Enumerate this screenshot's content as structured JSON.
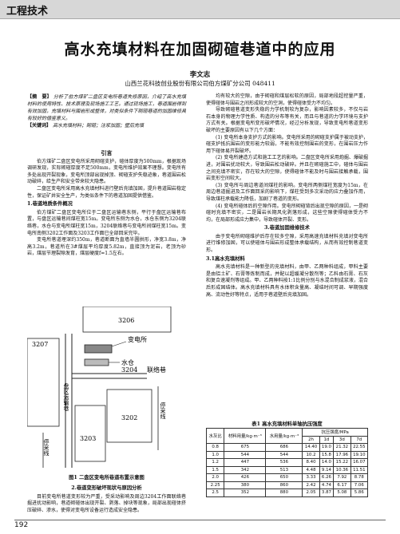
{
  "header": {
    "section": "工程技术"
  },
  "article": {
    "title": "高水充填材料在加固砌碹巷道中的应用",
    "author": "李文志",
    "affiliation": "山西兰花科技创业股份有限公司伯方煤矿分公司  048411",
    "abstract_label": "【摘　要】",
    "abstract_text": "分析了伯方煤矿二盘区变电所巷道失修原因，介绍了高水充填材料的使用特性、技术原理及现场施工工艺。通过现场施工，巷道围岩得到有效加固，充填材料与围岩形成整体，对类似条件下砌碹巷道的加固维修具有较好的借鉴意义。",
    "keywords_label": "【关键词】",
    "keywords_text": "高水充填材料；砌碹；注浆加固；壁后充填",
    "sections": {
      "intro_title": "引言",
      "intro_p1": "伯方煤矿二盘区变电所采用砌碹支护，碹体厚度为500mm，根据现场调研发现，实际砌碹厚度不足500mm，变电所维护效果不理想。变电所有多处出现开裂现象，变电所顶部出现掉顶、砌碹支护失稳迹象，巷道围岩松动破碎，给生产和安全带来较大隐患。",
      "intro_p2": "二盘区变电所采用高水充填材料进行壁后充填加固，提升巷道围岩稳定性，保证矿井安全生产，为类似条件下的巷道加固提供借鉴。",
      "s1_title": "1.巷道地质条件概况",
      "s1_p1": "伯方煤矿二盘区变电所位于二盘区运输巷东侧，平行于盘区运输巷布置，与盘区运输巷间煤柱宽15m。变电所东侧为水仓，水仓东侧为3204联络巷，水仓与变电所煤柱宽15m，3204联络巷与变电所间煤柱宽15m。变电所南侧3202工作面及3203工作面已全部回采完毕。",
      "s1_p2": "变电所巷道埋深约350m，巷道断面为直墙半圆拱形，净宽3.8m，净高3.2m，巷道所在3#煤层平均厚度5.82m，直接顶为泥岩，老顶为砂岩，煤层节理裂隙发育，煤层硬度f=1.5左右。",
      "fig_caption": "图1 二盘区变电所巷道布置示意图",
      "s2_title": "2.巷道变形破坏现状与原因分析",
      "s2_p1": "目前变电所巷道变形较为严重，受采动影响及周边3204工作面联络巷掘进扰动影响，巷道砌碹体出现开裂、剥落、掉块等现象，局部出现碹体挤压破碎、渗水，使得对变电所设备运行造成安全隐患。"
    },
    "right": {
      "p0": "均有较大的空隙，由于砌碹和煤层松软的原因，局部地段超挖量严重，使得碹体与围岩之间形成较大的空洞，使得碹体受力不均匀。",
      "p1": "导致砌碹巷道变形失稳的力学机制较为复杂，影响因素较多，不仅与岩石本身的物理力学性质、构造的分布等有关，而且与巷道的力学环境与支护方式有关。根据变电所变形破坏情况，经过分析发现，导致变电所巷道变形破坏的主要原因有以下几个方面：",
      "p2": "(1) 变电所本身支护方式的影响。变电所采用的砌碹支护属于被动支护，碹支护抵抗围岩的变形能力较弱，不能有效控制围岩的变形，在围岩压力作用下碹体易开裂破坏。",
      "p3": "(2) 变电所建造方式和施工工艺的影响。二盘区变电所采用炮掘、爆破掘进，对围岩扰动较大，导致围岩松动破碎。并且在砌碹施工中，碹体与围岩之间充填不密实，存在较大的空隙，使得碹体不能及时与围岩接触承载，围岩变形空间较大。",
      "p4": "(3) 变电所与周边巷道间煤柱的影响。变电所两侧煤柱宽度为15m，在周边巷道掘进及工作面回采的影响下，煤柱受到多次采动的应力叠加作用，导致煤柱承载能力降低，加剧了巷道的变形。",
      "p5": "(4) 变电所碹体后的空隙作用。变电所砌碹背后出现空隙的原因，一是砌碹时充填不密实，二是围岩长期风化剥落形成，这些空隙使得碹体受力不均，在局部形成应力集中，导致碹体开裂、变形。",
      "s3_title": "3.巷道加固维修技术",
      "s3_p1": "由于变电所砌碹维护后存在较多空隙，采用高速充填材料充填对变电所进行维修加固，可以使碹体与围岩形成整体承载结构，从而有效控制巷道变形。",
      "s31_title": "3.1高水充填材料",
      "s31_p1": "高水充填材料是一种新型的充填材料，由甲、乙两种料组成，甲料主要是由铝土矿、石膏等炼制而成，并配以超缓凝分散剂等；乙料由石膏、石灰和复合速凝剂等组成。甲、乙两种料按1:1比例分别与水混合制成浆液，混合后形成固结体。高水充填材料具有水体积含量高、凝结时间可调、早期强度高、流动性好等特点，适用于巷道壁后充填加固。",
      "table_title": "表1  高水充填材料单轴抗压强度"
    },
    "table": {
      "headers": [
        "水灰比",
        "材料用量/kg·m⁻³",
        "水用量/kg·m⁻³",
        "2h",
        "1d",
        "3d",
        "7d"
      ],
      "group_header": "抗压强度/MPa",
      "rows": [
        [
          "0.8",
          "675",
          "686",
          "14.40",
          "19.0",
          "21.32",
          "22.55"
        ],
        [
          "1.0",
          "544",
          "544",
          "10.2",
          "15.8",
          "17.96",
          "19.10"
        ],
        [
          "1.2",
          "447",
          "536",
          "8.40",
          "14.0",
          "15.22",
          "16.07"
        ],
        [
          "1.5",
          "342",
          "513",
          "4.48",
          "9.14",
          "10.36",
          "11.51"
        ],
        [
          "2.0",
          "426",
          "650",
          "3.33",
          "6.26",
          "7.92",
          "8.78"
        ],
        [
          "2.25",
          "380",
          "860",
          "2.42",
          "4.74",
          "6.17",
          "7.06"
        ],
        [
          "2.5",
          "352",
          "880",
          "2.05",
          "3.87",
          "5.08",
          "5.86"
        ]
      ]
    },
    "figure": {
      "labels": {
        "c3206": "3206",
        "c3207": "3207",
        "substation": "变电所",
        "sump": "水仓",
        "c3204": "3204",
        "connection": "联络巷",
        "haulage": "盘区运输巷",
        "c3202": "3202",
        "c3203": "3203",
        "stopline1": "停采线",
        "stopline2": "停采线"
      }
    },
    "page_number": "192"
  }
}
